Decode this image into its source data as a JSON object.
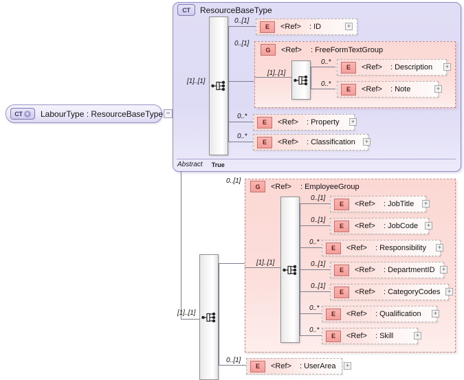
{
  "root": {
    "badge": "CT",
    "badge_icon": "complextype-plus-icon",
    "label": "LabourType : ResourceBaseType",
    "expander": "−"
  },
  "complex_type": {
    "badge": "CT",
    "title": "ResourceBaseType",
    "abstract_key": "Abstract",
    "abstract_value": "True",
    "sequence_occurrence": "[1]..[1]",
    "children": [
      {
        "occurrence": "0..[1]",
        "badge": "E",
        "ref": "<Ref>",
        "name": ": ID",
        "expander": "+"
      },
      {
        "occurrence": "0..*",
        "badge": "E",
        "ref": "<Ref>",
        "name": ": Property",
        "expander": "+"
      },
      {
        "occurrence": "0..*",
        "badge": "E",
        "ref": "<Ref>",
        "name": ": Classification",
        "expander": "+"
      }
    ],
    "group": {
      "occurrence": "0..[1]",
      "badge": "G",
      "ref": "<Ref>",
      "name": ": FreeFormTextGroup",
      "sequence_occurrence": "[1]..[1]",
      "children": [
        {
          "occurrence": "0..*",
          "badge": "E",
          "ref": "<Ref>",
          "name": ": Description",
          "expander": "+"
        },
        {
          "occurrence": "0..*",
          "badge": "E",
          "ref": "<Ref>",
          "name": ": Note",
          "expander": "+"
        }
      ]
    }
  },
  "extension": {
    "sequence_occurrence": "[1]..[1]",
    "group": {
      "occurrence": "0..[1]",
      "badge": "G",
      "ref": "<Ref>",
      "name": ": EmployeeGroup",
      "sequence_occurrence": "[1]..[1]",
      "children": [
        {
          "occurrence": "0..[1]",
          "badge": "E",
          "ref": "<Ref>",
          "name": ": JobTitle",
          "expander": "+"
        },
        {
          "occurrence": "0..[1]",
          "badge": "E",
          "ref": "<Ref>",
          "name": ": JobCode",
          "expander": "+"
        },
        {
          "occurrence": "0..*",
          "badge": "E",
          "ref": "<Ref>",
          "name": ": Responsibility",
          "expander": "+"
        },
        {
          "occurrence": "0..[1]",
          "badge": "E",
          "ref": "<Ref>",
          "name": ": DepartmentID",
          "expander": "+"
        },
        {
          "occurrence": "0..[1]",
          "badge": "E",
          "ref": "<Ref>",
          "name": ": CategoryCodes",
          "expander": "+"
        },
        {
          "occurrence": "0..*",
          "badge": "E",
          "ref": "<Ref>",
          "name": ": Qualification",
          "expander": "+"
        },
        {
          "occurrence": "0..*",
          "badge": "E",
          "ref": "<Ref>",
          "name": ": Skill",
          "expander": "+"
        }
      ]
    },
    "user_area": {
      "occurrence": "0..[1]",
      "badge": "E",
      "ref": "<Ref>",
      "name": ": UserArea",
      "expander": "+"
    }
  },
  "colors": {
    "complextype_fill": "#dedbf5",
    "complextype_border": "#8e8bc0",
    "group_fill": "#fcdedb",
    "group_border": "#c58c8c",
    "element_badge": "#f39e9a",
    "line": "#7c7c8c"
  }
}
